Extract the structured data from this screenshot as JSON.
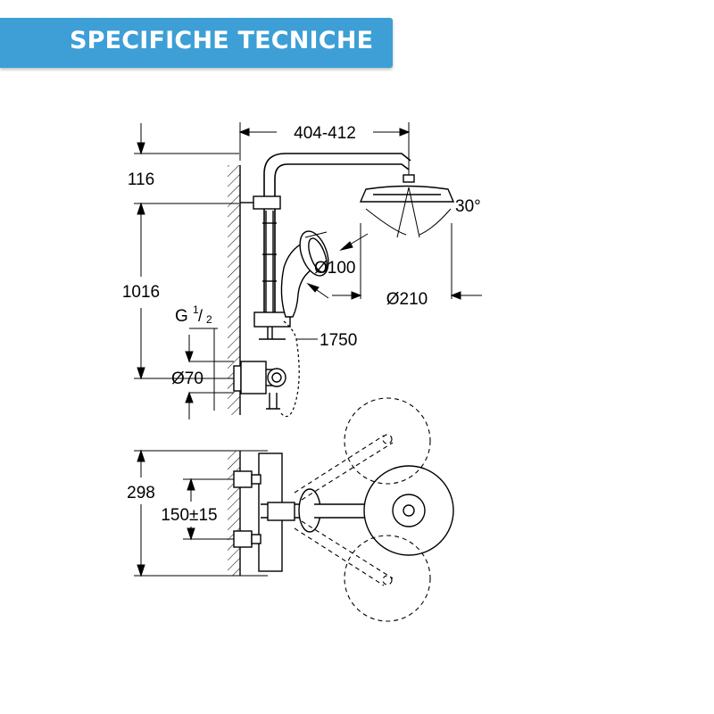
{
  "header": {
    "title": "SPECIFICHE TECNICHE",
    "background_color": "#3d9fd6",
    "text_color": "#ffffff"
  },
  "dimensions": {
    "width_arm": "404-412",
    "top_offset": "116",
    "height_bar": "1016",
    "thread_g": "G",
    "thread_fraction_num": "1",
    "thread_fraction_den": "2",
    "outlet_diameter": "Ø70",
    "head_tilt": "30°",
    "hand_shower_diameter": "Ø100",
    "head_shower_diameter": "Ø210",
    "hose_length": "1750",
    "mixer_height": "298",
    "inlet_spacing": "150±15"
  }
}
